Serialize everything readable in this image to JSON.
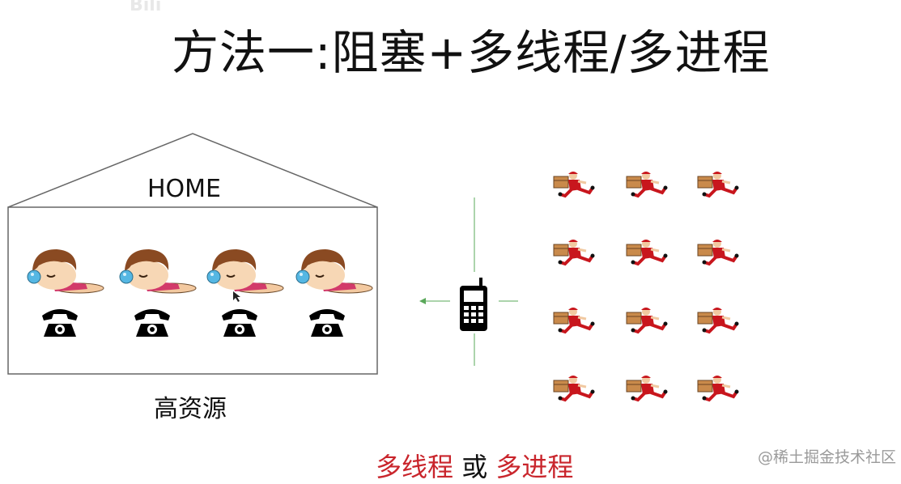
{
  "title": "方法一:阻塞+多线程/多进程",
  "house": {
    "label": "HOME",
    "caption": "高资源",
    "sleepers": 4
  },
  "bottom": {
    "part1": "多线程",
    "connector": "或",
    "part2": "多进程"
  },
  "couriers": {
    "rows": 4,
    "cols": 3
  },
  "watermark": "@稀土掘金技术社区",
  "colors": {
    "accent_red": "#c9252c",
    "hair": "#8a4a22",
    "arrow_green": "#5aa85a",
    "courier_red": "#c8161d",
    "box_tan": "#c98a4b"
  },
  "icons": [
    "sleeping-girl-icon",
    "telephone-icon",
    "mobile-phone-icon",
    "courier-icon",
    "mouse-cursor-icon"
  ]
}
